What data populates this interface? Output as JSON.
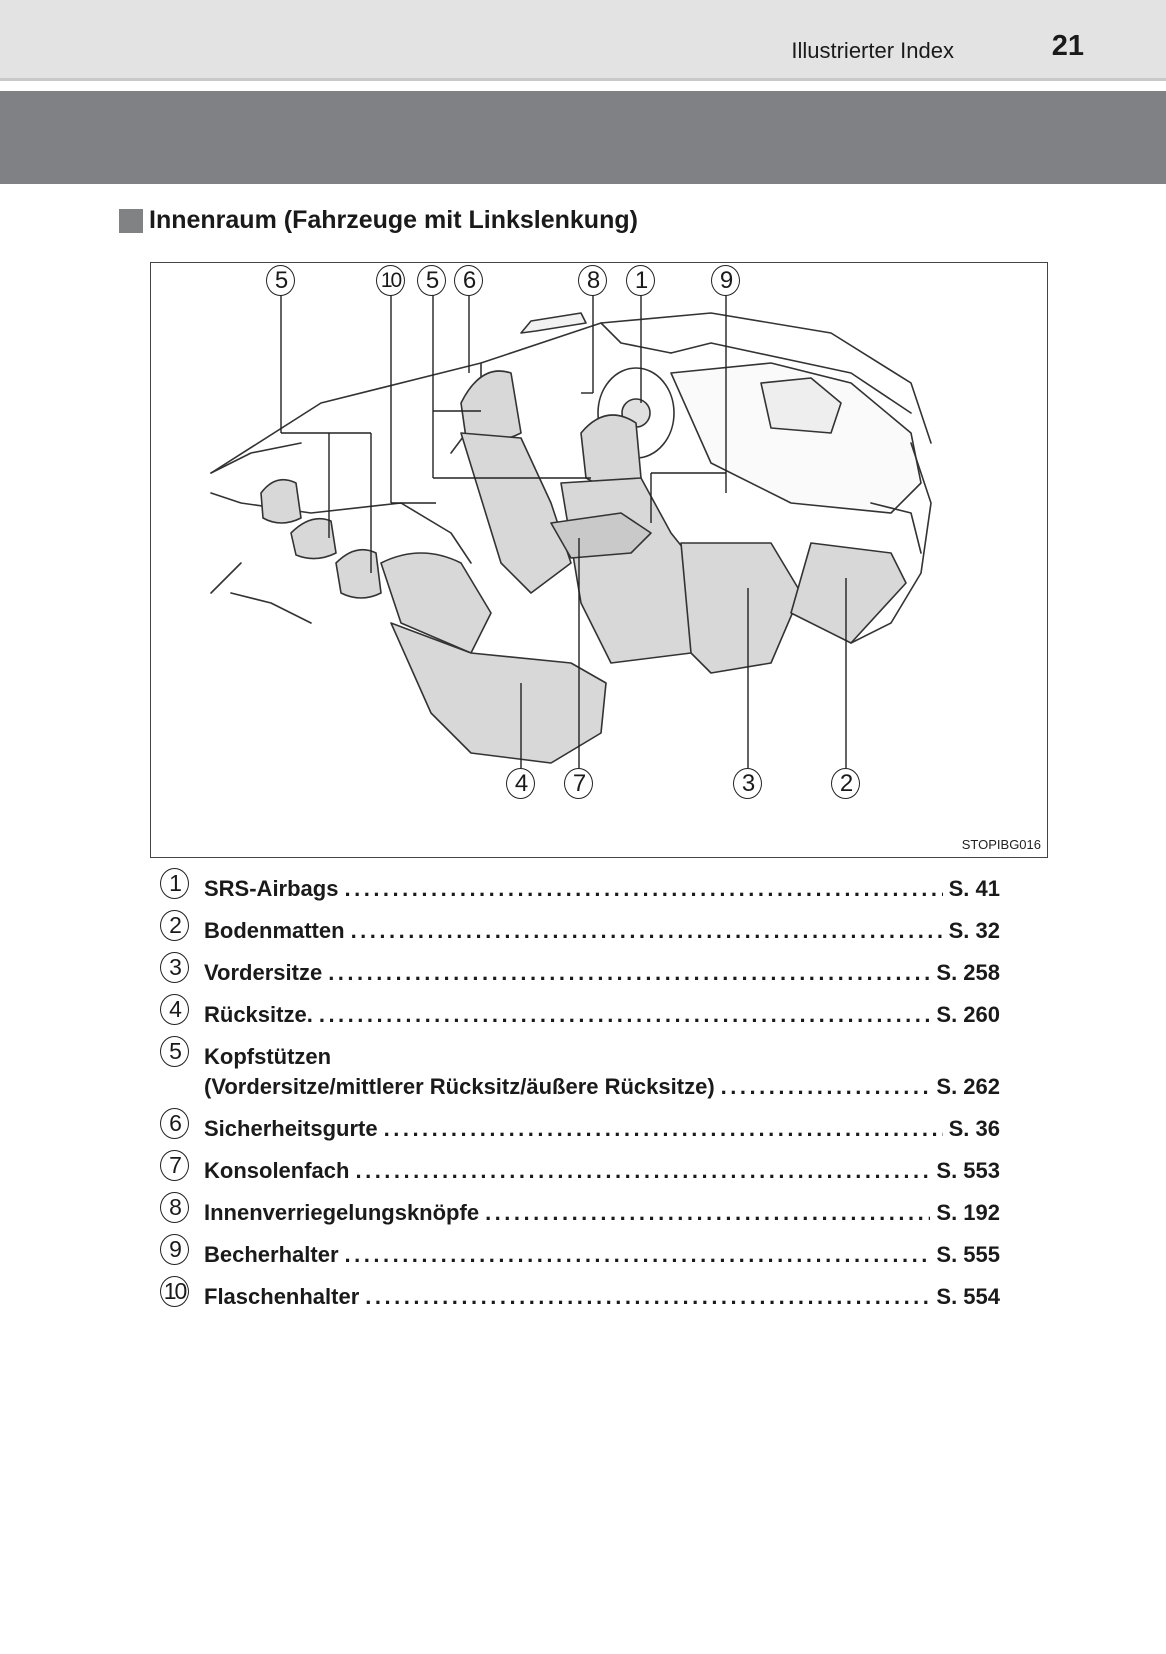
{
  "header": {
    "section_title": "Illustrierter Index",
    "page_number": "21"
  },
  "heading": {
    "title": "Innenraum (Fahrzeuge mit Linkslenkung)"
  },
  "figure": {
    "code": "STOPIBG016",
    "callouts_top": [
      "5",
      "10",
      "5",
      "6",
      "8",
      "1",
      "9"
    ],
    "callouts_bottom": [
      "4",
      "7",
      "3",
      "2"
    ]
  },
  "index": [
    {
      "num": "1",
      "name": "SRS-Airbags",
      "page": "S. 41"
    },
    {
      "num": "2",
      "name": "Bodenmatten",
      "page": "S. 32"
    },
    {
      "num": "3",
      "name": "Vordersitze",
      "page": "S. 258"
    },
    {
      "num": "4",
      "name": "Rücksitze.",
      "page": "S. 260"
    },
    {
      "num": "5",
      "name": "Kopfstützen",
      "name2": "(Vordersitze/mittlerer Rücksitz/äußere Rücksitze)",
      "page": "S. 262"
    },
    {
      "num": "6",
      "name": "Sicherheitsgurte",
      "page": "S. 36"
    },
    {
      "num": "7",
      "name": "Konsolenfach",
      "page": "S. 553"
    },
    {
      "num": "8",
      "name": "Innenverriegelungsknöpfe",
      "page": "S. 192"
    },
    {
      "num": "9",
      "name": "Becherhalter",
      "page": "S. 555"
    },
    {
      "num": "10",
      "name": "Flaschenhalter",
      "page": "S. 554"
    }
  ]
}
